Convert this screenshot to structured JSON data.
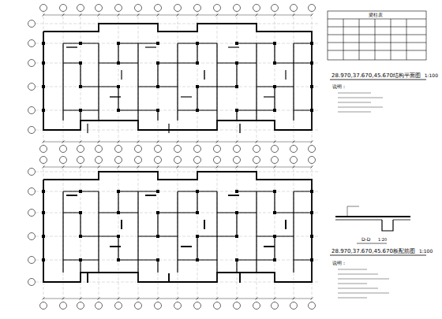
{
  "diagram": {
    "labels": [
      "28.970,37.670,45.670结构平面图",
      "1:100",
      "说明：",
      "D-D",
      "1:20",
      "28.970,37.670,45.670板配筋图",
      "1:100",
      "说明：",
      "梁柱表"
    ]
  }
}
